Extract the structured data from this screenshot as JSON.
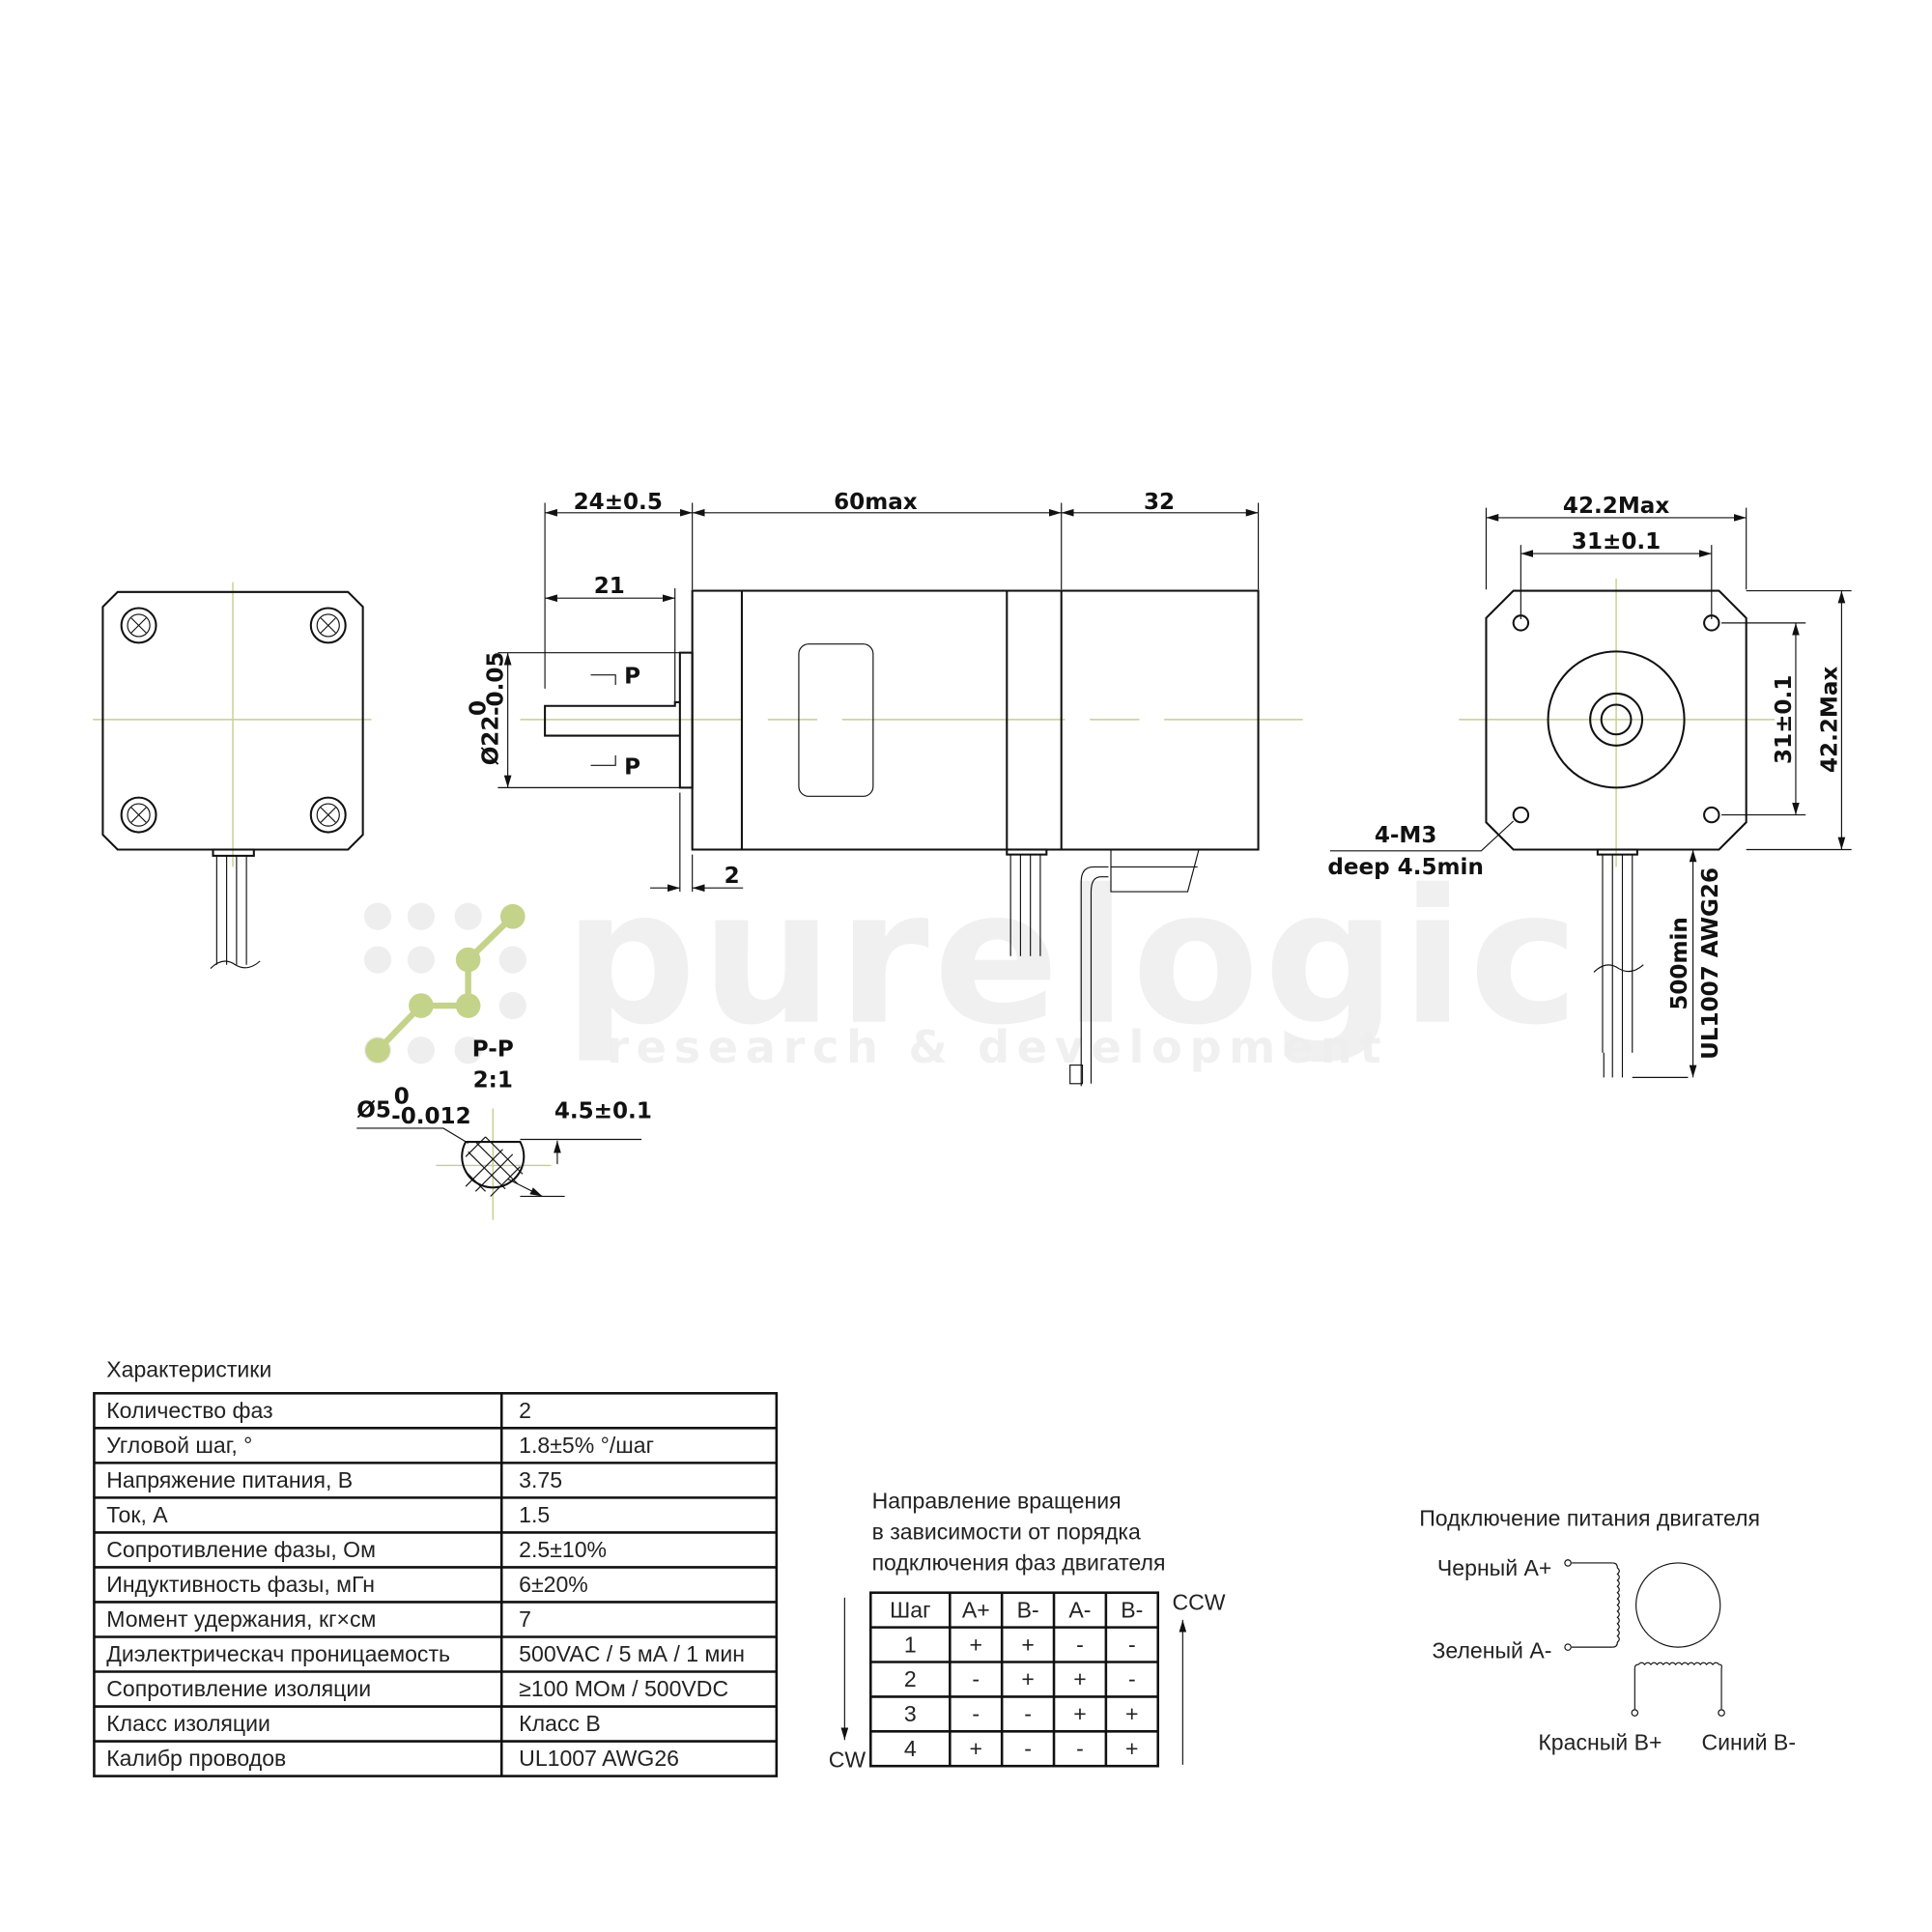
{
  "dimensions": {
    "shaft_ext": "24±0.5",
    "body_len": "60max",
    "rear_len": "32",
    "shaft_flat": "21",
    "flange_dia": "Ø22",
    "flange_tol_upper": "0",
    "flange_tol_lower": "-0.05",
    "section_mark": "P",
    "flange_thk": "2",
    "section_title": "P-P",
    "section_scale": "2:1",
    "shaft_dia": "Ø5",
    "shaft_tol_upper": "0",
    "shaft_tol_lower": "-0.012",
    "flat_dim": "4.5±0.1",
    "width_max": "42.2Max",
    "hole_pitch": "31±0.1",
    "hole_spec": "4-M3",
    "hole_depth": "deep 4.5min",
    "lead_len": "500min",
    "lead_wire": "UL1007 AWG26"
  },
  "watermark": {
    "brand": "purelogic",
    "tagline": "research & development"
  },
  "specs": {
    "title": "Характеристики",
    "rows": [
      {
        "label": "Количество фаз",
        "value": "2"
      },
      {
        "label": "Угловой шаг, °",
        "value": "1.8±5% °/шаг"
      },
      {
        "label": "Напряжение питания, В",
        "value": "3.75"
      },
      {
        "label": "Ток, А",
        "value": "1.5"
      },
      {
        "label": "Сопротивление фазы, Ом",
        "value": "2.5±10%"
      },
      {
        "label": "Индуктивность фазы, мГн",
        "value": "6±20%"
      },
      {
        "label": "Момент удержания, кг×см",
        "value": "7"
      },
      {
        "label": "Диэлектрическач проницаемость",
        "value": "500VAC / 5 мА / 1 мин"
      },
      {
        "label": "Сопротивление изоляции",
        "value": "≥100 МОм / 500VDC"
      },
      {
        "label": "Класс изоляции",
        "value": "Класс B"
      },
      {
        "label": "Калибр проводов",
        "value": "UL1007 AWG26"
      }
    ]
  },
  "rotation": {
    "title_lines": [
      "Направление вращения",
      "в зависимости от порядка",
      "подключения фаз двигателя"
    ],
    "headers": [
      "Шаг",
      "A+",
      "B-",
      "A-",
      "B-"
    ],
    "rows": [
      [
        "1",
        "+",
        "+",
        "-",
        "-"
      ],
      [
        "2",
        "-",
        "+",
        "+",
        "-"
      ],
      [
        "3",
        "-",
        "-",
        "+",
        "+"
      ],
      [
        "4",
        "+",
        "-",
        "-",
        "+"
      ]
    ],
    "cw": "CW",
    "ccw": "CCW"
  },
  "wiring": {
    "title": "Подключение питания двигателя",
    "a_plus": "Черный A+",
    "a_minus": "Зеленый A-",
    "b_plus": "Красный B+",
    "b_minus": "Синий B-"
  }
}
